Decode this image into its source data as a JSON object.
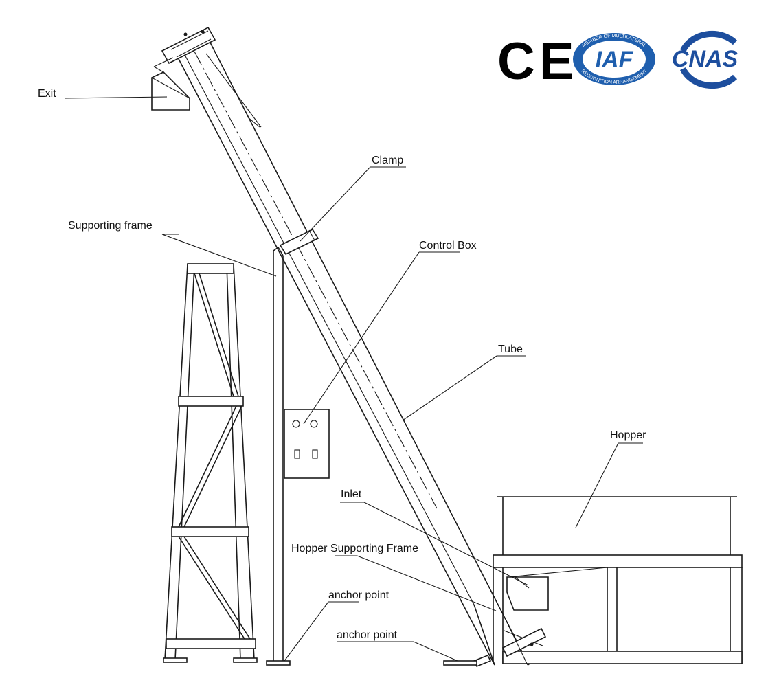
{
  "labels": {
    "exit": "Exit",
    "clamp": "Clamp",
    "supporting_frame": "Supporting frame",
    "control_box": "Control Box",
    "tube": "Tube",
    "hopper": "Hopper",
    "inlet": "Inlet",
    "hopper_supporting_frame": "Hopper Supporting Frame",
    "anchor_point_1": "anchor point",
    "anchor_point_2": "anchor point"
  },
  "certifications": {
    "ce": "CE",
    "iaf": "IAF",
    "iaf_ring_top": "MEMBER OF MULTILATERAL",
    "iaf_ring_bottom": "RECOGNITION ARRANGEMENT",
    "cnas": "CNAS"
  },
  "colors": {
    "line": "#1a1a1a",
    "iaf_blue": "#1f5fae",
    "cnas_blue": "#1d4e9e"
  }
}
